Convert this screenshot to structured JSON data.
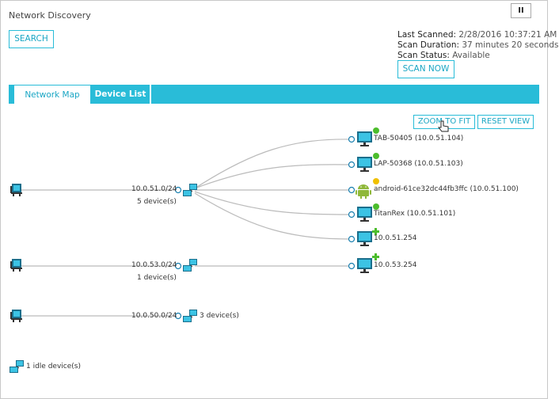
{
  "header": {
    "title": "Network Discovery",
    "search_label": "SEARCH",
    "pause_label": "II"
  },
  "scan": {
    "last_scanned_label": "Last Scanned:",
    "last_scanned_value": "2/28/2016 10:37:21 AM",
    "duration_label": "Scan Duration:",
    "duration_value": "37 minutes 20 seconds",
    "status_label": "Scan Status:",
    "status_value": "Available",
    "scan_now_label": "SCAN NOW"
  },
  "tabs": [
    {
      "label": "Network Map",
      "active": true
    },
    {
      "label": "Device List",
      "active": false
    }
  ],
  "map": {
    "zoom_label": "ZOOM TO FIT",
    "reset_label": "RESET VIEW",
    "subnets": [
      {
        "subnet": "10.0.51.0/24",
        "count": "5 device(s)"
      },
      {
        "subnet": "10.0.53.0/24",
        "count": "1 device(s)"
      },
      {
        "subnet": "10.0.50.0/24",
        "count": "3 device(s)"
      }
    ],
    "devices": [
      {
        "label": "TAB-50405 (10.0.51.104)",
        "type": "computer",
        "status": "green"
      },
      {
        "label": "LAP-50368 (10.0.51.103)",
        "type": "computer",
        "status": "green"
      },
      {
        "label": "android-61ce32dc44fb3ffc (10.0.51.100)",
        "type": "android",
        "status": "yellow"
      },
      {
        "label": "TitanRex (10.0.51.101)",
        "type": "computer",
        "status": "green"
      },
      {
        "label": "10.0.51.254",
        "type": "computer",
        "status": "plus"
      },
      {
        "label": "10.0.53.254",
        "type": "computer",
        "status": "plus"
      }
    ],
    "idle_label": "1 idle device(s)"
  },
  "colors": {
    "accent": "#29bcd8",
    "status_green": "#4cbd2c",
    "status_yellow": "#f0c000",
    "android": "#8fb83a"
  }
}
